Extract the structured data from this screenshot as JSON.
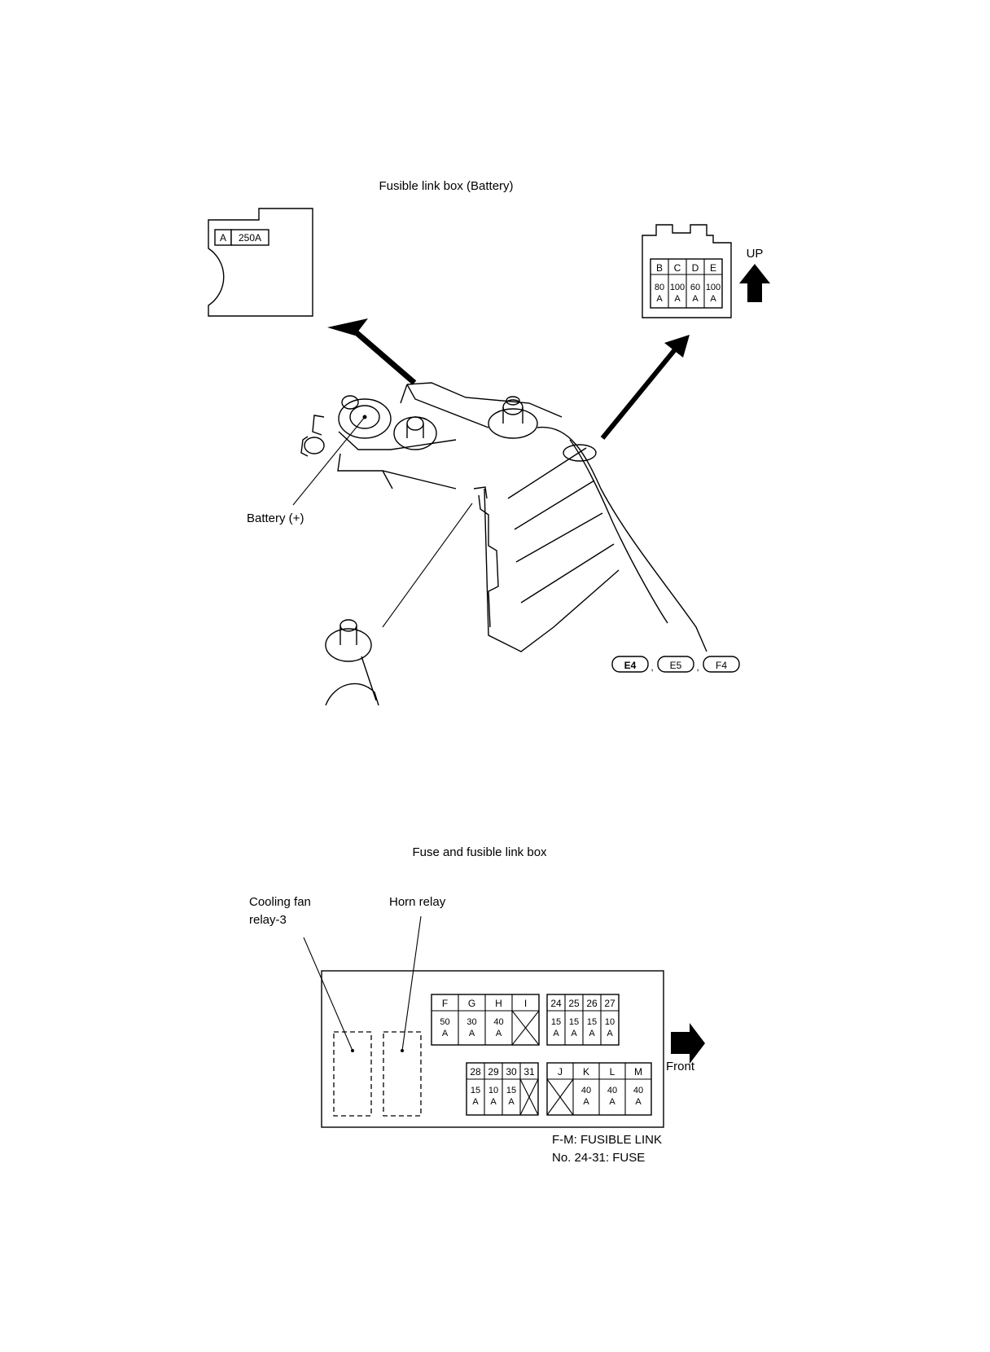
{
  "battery_section": {
    "title": "Fusible link box (Battery)",
    "left_box": {
      "letter": "A",
      "rating": "250A"
    },
    "right_box": {
      "letters": [
        "B",
        "C",
        "D",
        "E"
      ],
      "ratings": [
        [
          "80",
          "A"
        ],
        [
          "100",
          "A"
        ],
        [
          "60",
          "A"
        ],
        [
          "100",
          "A"
        ]
      ]
    },
    "up_label": "UP",
    "battery_label": "Battery (+)",
    "connectors": [
      "E4",
      "E5",
      "F4"
    ]
  },
  "fuse_section": {
    "title": "Fuse and fusible link box",
    "cooling_fan_label": [
      "Cooling fan",
      "relay-3"
    ],
    "horn_relay_label": "Horn relay",
    "block1": {
      "letters": [
        "F",
        "G",
        "H",
        "I"
      ],
      "ratings": [
        [
          "50",
          "A"
        ],
        [
          "30",
          "A"
        ],
        [
          "40",
          "A"
        ],
        null
      ]
    },
    "block2": {
      "letters": [
        "24",
        "25",
        "26",
        "27"
      ],
      "ratings": [
        [
          "15",
          "A"
        ],
        [
          "15",
          "A"
        ],
        [
          "15",
          "A"
        ],
        [
          "10",
          "A"
        ]
      ]
    },
    "block3": {
      "letters": [
        "28",
        "29",
        "30",
        "31"
      ],
      "ratings": [
        [
          "15",
          "A"
        ],
        [
          "10",
          "A"
        ],
        [
          "15",
          "A"
        ],
        null
      ]
    },
    "block4": {
      "letters": [
        "J",
        "K",
        "L",
        "M"
      ],
      "ratings": [
        null,
        [
          "40",
          "A"
        ],
        [
          "40",
          "A"
        ],
        [
          "40",
          "A"
        ]
      ]
    },
    "front_label": "Front",
    "legend": [
      "F-M: FUSIBLE LINK",
      "No. 24-31: FUSE"
    ]
  }
}
